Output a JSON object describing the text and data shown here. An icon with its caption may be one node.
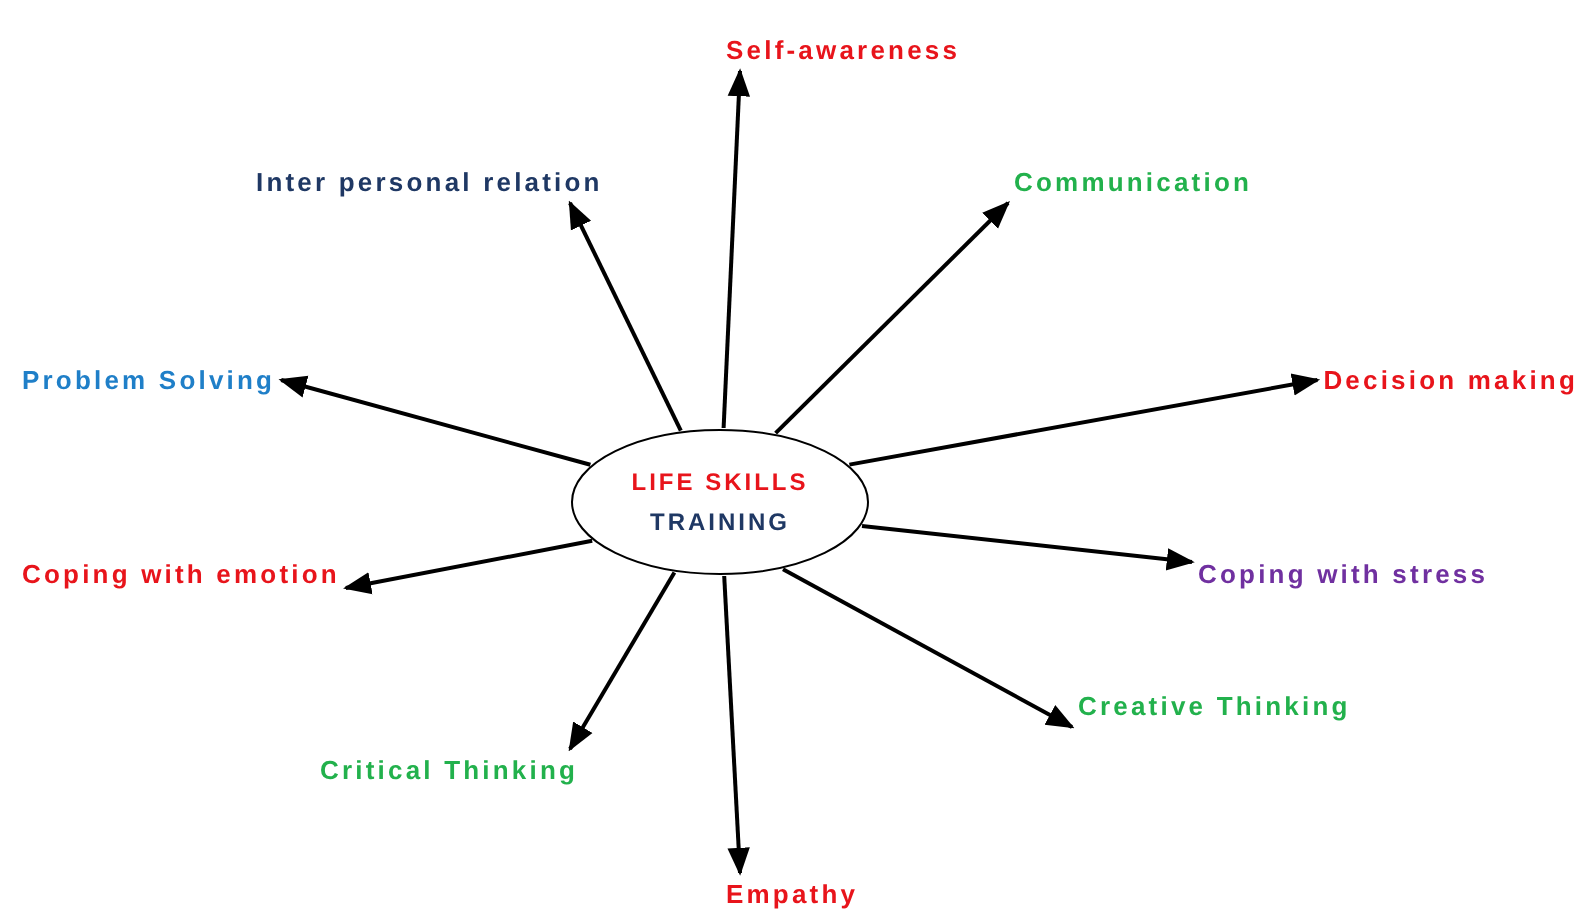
{
  "diagram": {
    "nodes": [
      {
        "text": [
          "LIFE SKILLS",
          "TRAINING"
        ]
      },
      {
        "text": [
          "Self-awareness"
        ]
      },
      {
        "text": [
          "Inter personal relation"
        ]
      },
      {
        "text": [
          "Communication"
        ]
      },
      {
        "text": [
          "Problem Solving"
        ]
      },
      {
        "text": [
          "Decision making"
        ]
      },
      {
        "text": [
          "Coping with emotion"
        ]
      },
      {
        "text": [
          "Coping with stress"
        ]
      },
      {
        "text": [
          "Creative Thinking"
        ]
      },
      {
        "text": [
          "Critical Thinking"
        ]
      },
      {
        "text": [
          "Empathy"
        ]
      }
    ],
    "edges": [
      {
        "from": 0,
        "to": 1,
        "arrow": "to"
      },
      {
        "from": 0,
        "to": 2,
        "arrow": "to"
      },
      {
        "from": 0,
        "to": 3,
        "arrow": "to"
      },
      {
        "from": 0,
        "to": 4,
        "arrow": "to"
      },
      {
        "from": 0,
        "to": 5,
        "arrow": "to"
      },
      {
        "from": 0,
        "to": 6,
        "arrow": "to"
      },
      {
        "from": 0,
        "to": 7,
        "arrow": "to"
      },
      {
        "from": 0,
        "to": 8,
        "arrow": "to"
      },
      {
        "from": 0,
        "to": 9,
        "arrow": "to"
      },
      {
        "from": 0,
        "to": 10,
        "arrow": "to"
      }
    ]
  }
}
